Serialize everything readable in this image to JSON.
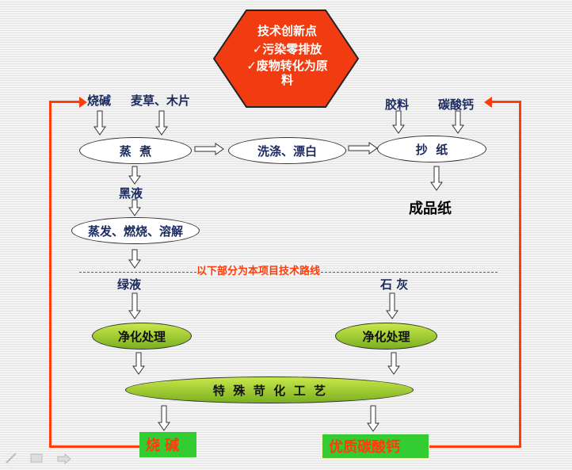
{
  "innovation": {
    "title": "技术创新点",
    "points": [
      "✓污染零排放",
      "✓废物转化为原料"
    ]
  },
  "inputs": {
    "caustic": "烧碱",
    "straw": "麦草、木片",
    "glue": "胶料",
    "caco3": "碳酸钙"
  },
  "process": {
    "cook": "蒸  煮",
    "wash": "洗涤、漂白",
    "paper": "抄  纸",
    "black_liquor": "黑液",
    "evap": "蒸发、燃烧、溶解",
    "product": "成品纸"
  },
  "divider_text": "以下部分为本项目技术路线",
  "project": {
    "green_liquor": "绿液",
    "lime": "石 灰",
    "purify_left": "净化处理",
    "purify_right": "净化处理",
    "causticize": "特  殊  苛  化  工  艺",
    "out_caustic": "烧 碱",
    "out_caco3": "优质碳酸钙"
  },
  "colors": {
    "accent": "#ff3c0a",
    "green": "#33cc33",
    "text": "#1b2a5e"
  }
}
